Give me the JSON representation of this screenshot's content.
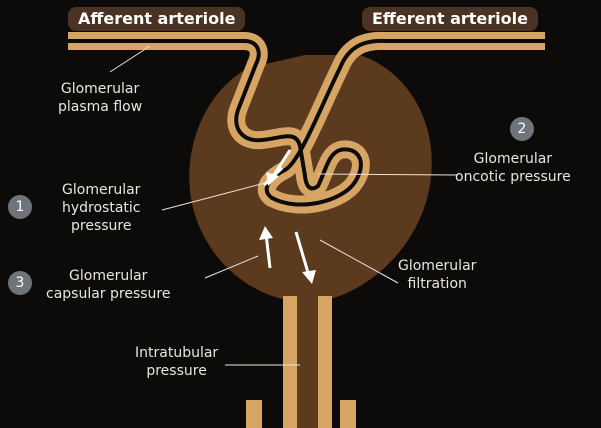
{
  "title_tags": {
    "afferent": "Afferent arteriole",
    "efferent": "Efferent arteriole"
  },
  "labels": {
    "plasma_flow": [
      "Glomerular",
      "plasma flow"
    ],
    "hydrostatic": [
      "Glomerular",
      "hydrostatic",
      "pressure"
    ],
    "oncotic": [
      "Glomerular",
      "oncotic pressure"
    ],
    "capsular": [
      "Glomerular",
      "capsular pressure"
    ],
    "filtration": [
      "Glomerular",
      "filtration"
    ],
    "intratubular": [
      "Intratubular",
      "pressure"
    ]
  },
  "badges": {
    "hydrostatic": "1",
    "oncotic": "2",
    "capsular": "3"
  },
  "colors": {
    "background": "#0d0b0a",
    "capsule": "#5b3a1e",
    "vessel": "#d6a564",
    "tubule": "#d6a564",
    "tag_bg": "#4a3322",
    "text": "#e9e5df",
    "badge": "#6f747a"
  }
}
